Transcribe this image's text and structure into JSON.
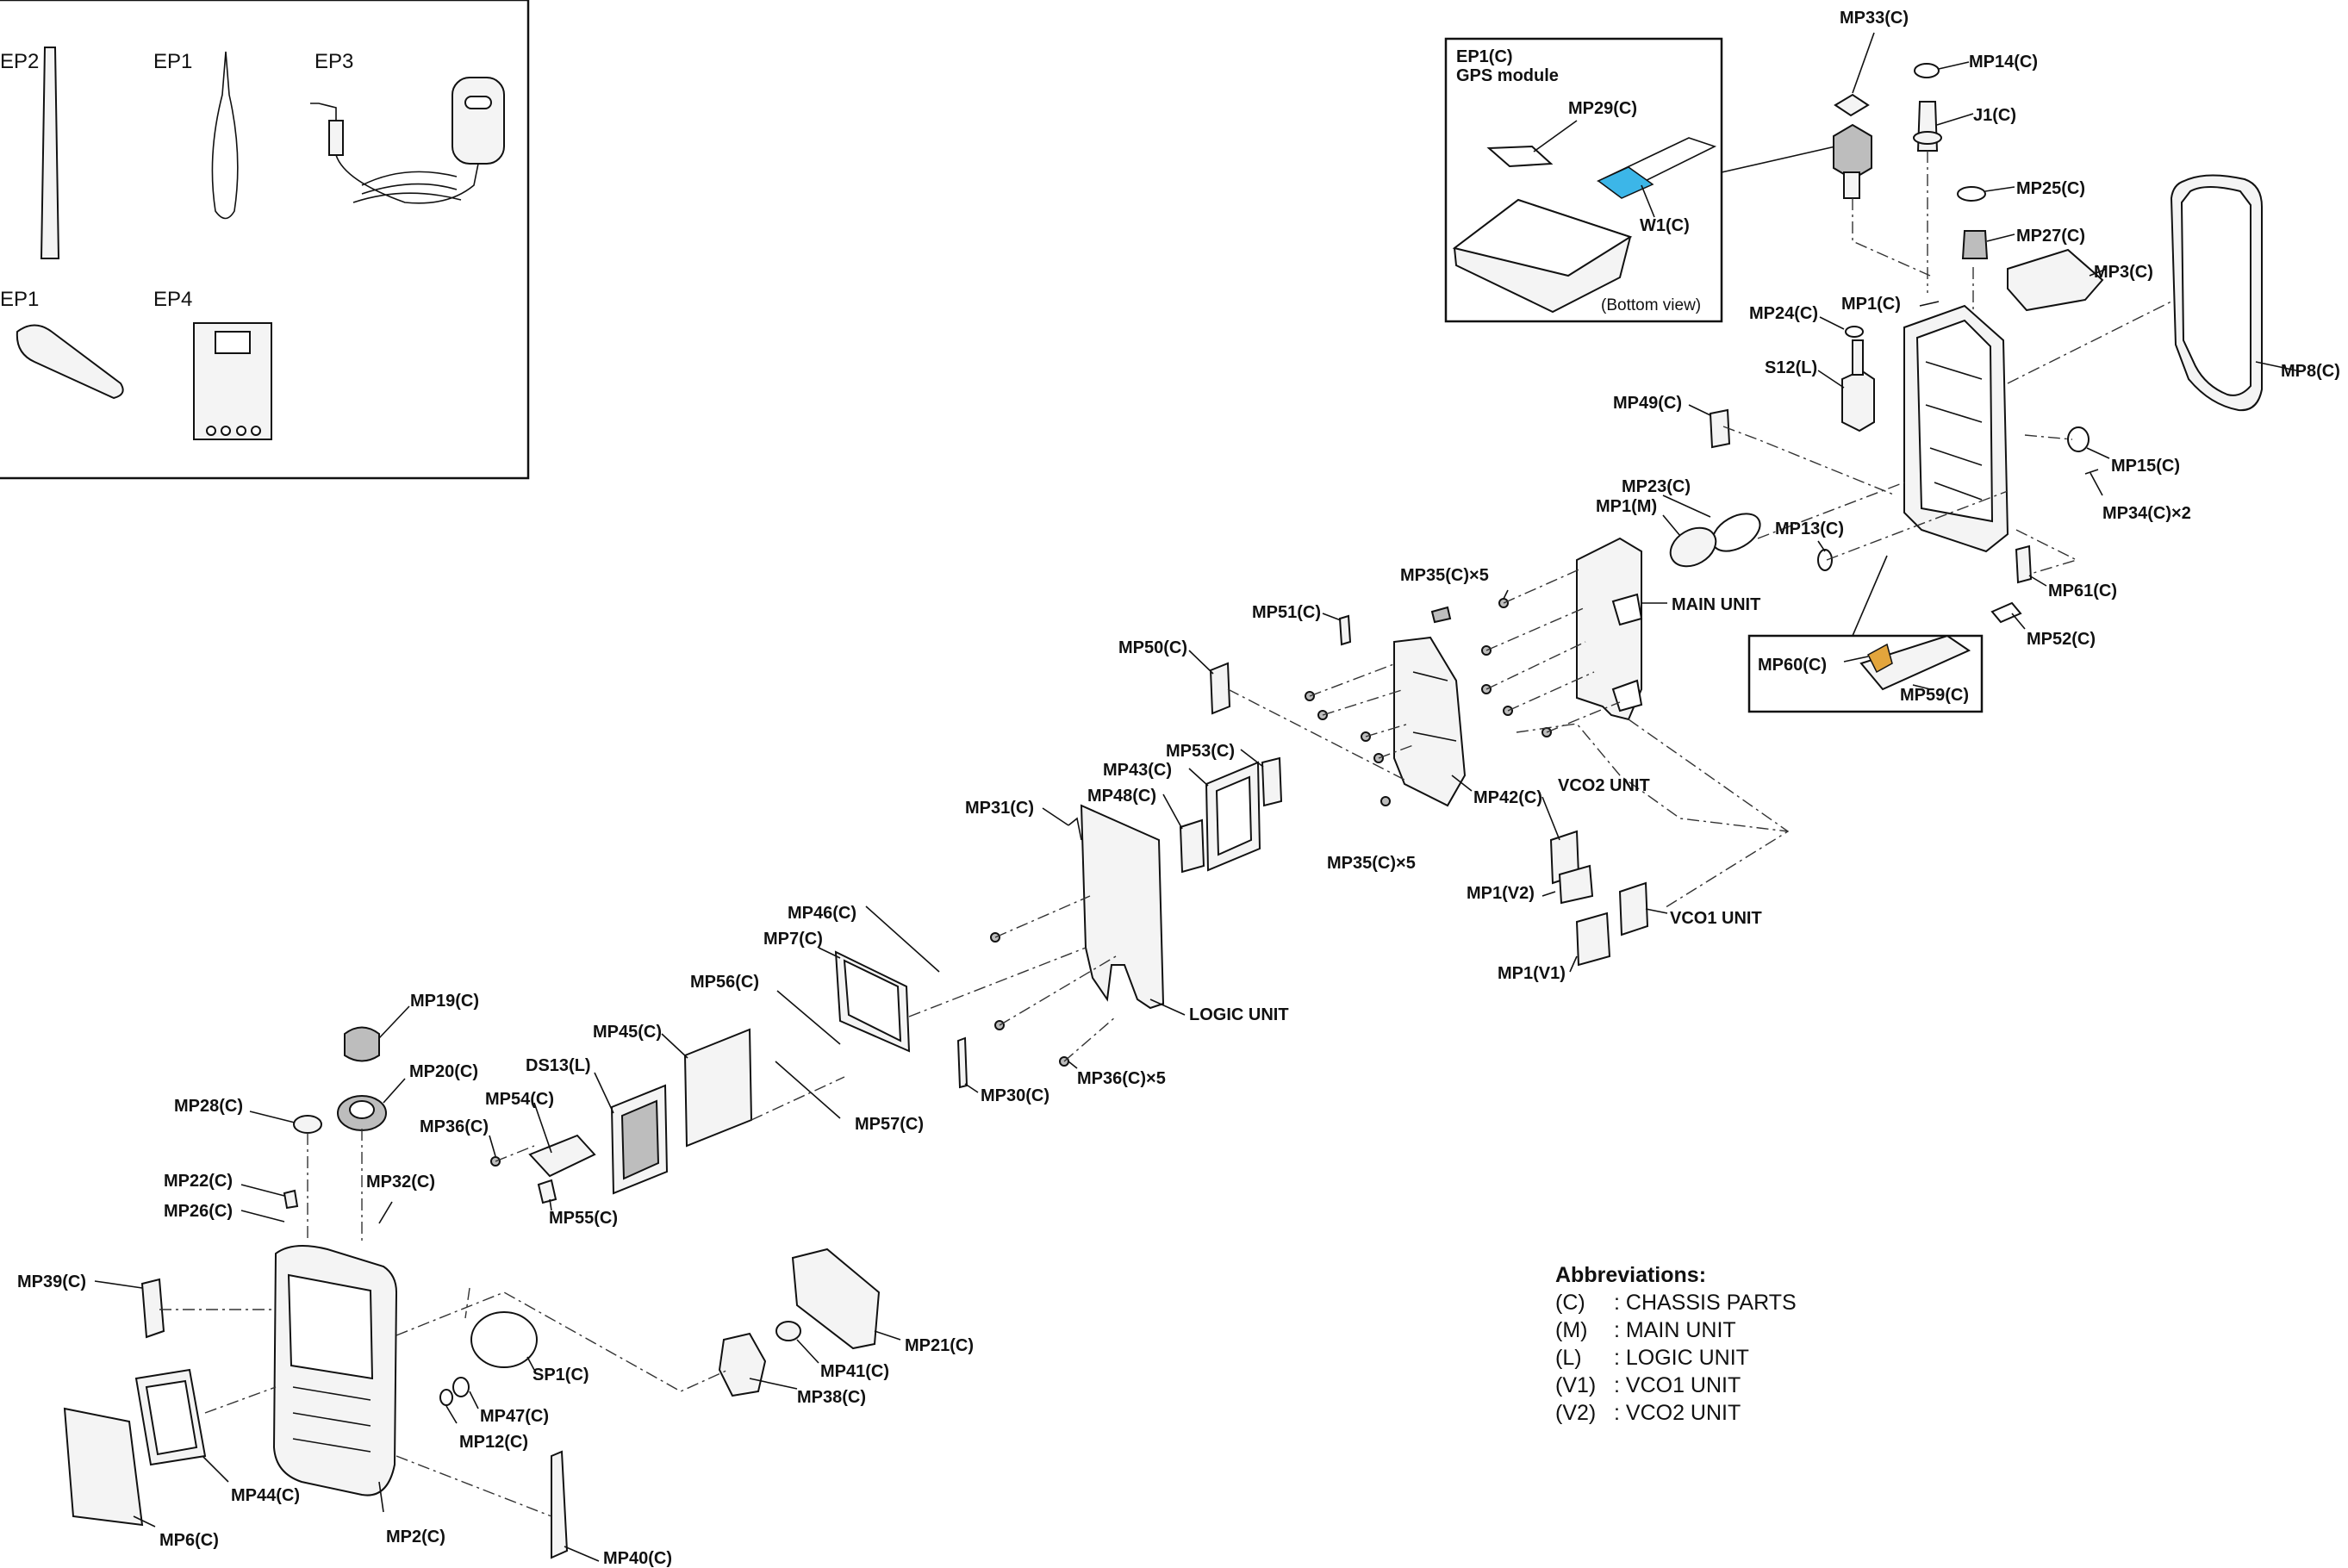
{
  "accessories": [
    "EP2",
    "EP1",
    "EP3",
    "EP1",
    "EP4"
  ],
  "gps_inset": {
    "title": "EP1(C)",
    "subtitle": "GPS module",
    "mp29": "MP29(C)",
    "w1": "W1(C)",
    "view": "(Bottom view)",
    "tape_color": "#3cb6e8"
  },
  "parts": [
    "MP33(C)",
    "MP14(C)",
    "J1(C)",
    "MP25(C)",
    "MP27(C)",
    "MP3(C)",
    "MP1(C)",
    "MP24(C)",
    "S12(L)",
    "MP8(C)",
    "MP49(C)",
    "MP15(C)",
    "MP34(C)×2",
    "MP23(C)",
    "MP1(M)",
    "MP13(C)",
    "MP61(C)",
    "MP52(C)",
    "MP35(C)×5",
    "MAIN UNIT",
    "MP51(C)",
    "MP50(C)",
    "MP60(C)",
    "MP59(C)",
    "MP53(C)",
    "MP43(C)",
    "MP48(C)",
    "MP42(C)",
    "VCO2 UNIT",
    "MP31(C)",
    "MP35(C)×5",
    "MP1(V2)",
    "VCO1 UNIT",
    "MP46(C)",
    "MP7(C)",
    "MP1(V1)",
    "MP56(C)",
    "LOGIC UNIT",
    "MP19(C)",
    "MP45(C)",
    "MP30(C)",
    "MP36(C)×5",
    "DS13(L)",
    "MP20(C)",
    "MP54(C)",
    "MP57(C)",
    "MP28(C)",
    "MP36(C)",
    "MP32(C)",
    "MP22(C)",
    "MP26(C)",
    "MP55(C)",
    "MP39(C)",
    "MP21(C)",
    "SP1(C)",
    "MP41(C)",
    "MP47(C)",
    "MP38(C)",
    "MP12(C)",
    "MP44(C)",
    "MP2(C)",
    "MP6(C)",
    "MP40(C)"
  ],
  "abbreviations": {
    "title": "Abbreviations:",
    "items": [
      {
        "code": "(C)",
        "meaning": ": CHASSIS PARTS"
      },
      {
        "code": "(M)",
        "meaning": ": MAIN UNIT"
      },
      {
        "code": "(L)",
        "meaning": ": LOGIC UNIT"
      },
      {
        "code": "(V1)",
        "meaning": ": VCO1 UNIT"
      },
      {
        "code": "(V2)",
        "meaning": ": VCO2 UNIT"
      }
    ]
  }
}
